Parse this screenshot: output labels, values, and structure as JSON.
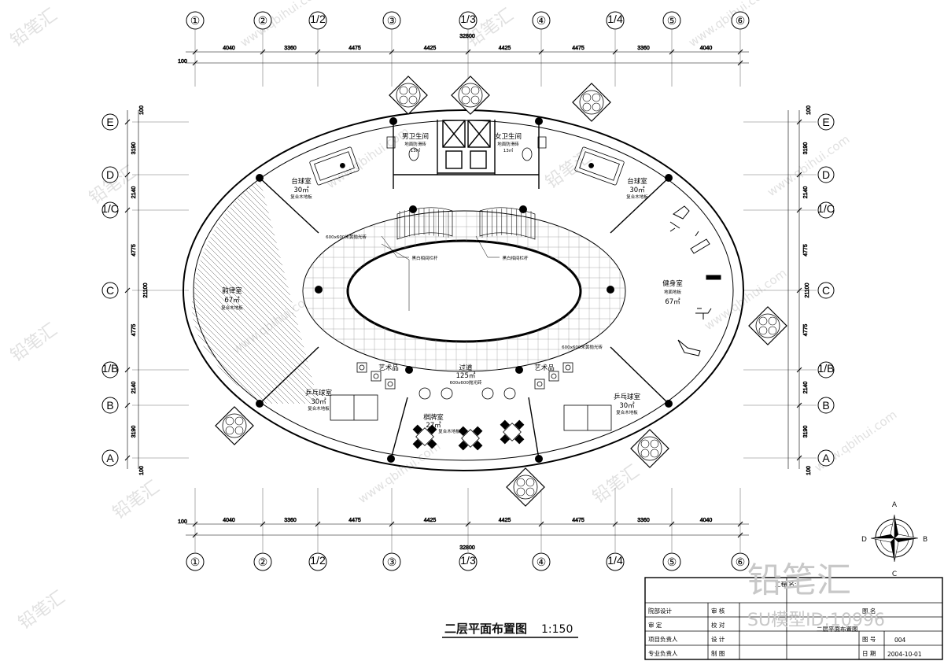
{
  "drawing": {
    "title": "二层平面布置图",
    "scale": "1:150",
    "total_dimension": "32800",
    "col_spacing": [
      "4040",
      "3360",
      "4475",
      "4425",
      "4425",
      "4475",
      "3360",
      "4040"
    ],
    "row_spacing": [
      "3190",
      "2140",
      "4775",
      "4775",
      "2140",
      "3190"
    ],
    "row_total": "21100",
    "edge_dim": "100"
  },
  "grid_columns": [
    "①",
    "②",
    "1/2",
    "③",
    "1/3",
    "④",
    "1/4",
    "⑤",
    "⑥"
  ],
  "grid_rows": [
    "E",
    "D",
    "1/C",
    "C",
    "1/B",
    "B",
    "A"
  ],
  "rooms": {
    "mens_wc": {
      "name": "男卫生间",
      "note": "地面防滑砖",
      "area": "13㎡"
    },
    "womens_wc": {
      "name": "女卫生间",
      "note": "地面防滑砖",
      "area": "13㎡"
    },
    "billiard_left": {
      "name": "台球室",
      "area": "30㎡",
      "floor": "复合木地板"
    },
    "billiard_right": {
      "name": "台球室",
      "area": "30㎡",
      "floor": "复合木地板"
    },
    "dance": {
      "name": "韵律室",
      "area": "67㎡",
      "floor": "复合木地板"
    },
    "gym": {
      "name": "健身室",
      "floor": "地面地板",
      "area": "67㎡"
    },
    "corridor": {
      "name": "过道",
      "area": "125㎡",
      "floor": "600x600抛光砖"
    },
    "art_left": {
      "name": "艺术品"
    },
    "art_right": {
      "name": "艺术品"
    },
    "pingpong_left": {
      "name": "乒乓球室",
      "area": "30㎡",
      "floor": "复合木地板"
    },
    "pingpong_right": {
      "name": "乒乓球室",
      "area": "30㎡",
      "floor": "复合木地板"
    },
    "chess": {
      "name": "棋牌室",
      "area": "27㎡",
      "floor": "复合木地板"
    }
  },
  "annotations": {
    "tile_note": "600x600米黄抛光砖",
    "rail_left": "黑白相间栏杆",
    "rail_right": "黑白相间栏杆"
  },
  "compass": {
    "n": "A",
    "s": "C",
    "e": "B",
    "w": "D"
  },
  "title_block": {
    "project_label": "工程 名:",
    "rows": [
      [
        "院部设计",
        "审 核",
        "",
        "图 名"
      ],
      [
        "审 定",
        "校 对",
        "",
        ""
      ],
      [
        "项目负责人",
        "设 计",
        "",
        "图 号"
      ],
      [
        "专业负责人",
        "制 图",
        "",
        "日 期"
      ]
    ],
    "drawing_no": "004",
    "date": "2004-10-01",
    "sheet_name": "二层平面布置图"
  },
  "watermark": {
    "brand": "铅笔汇",
    "url": "www.qbihui.com",
    "code": "SU模型ID:10996"
  }
}
